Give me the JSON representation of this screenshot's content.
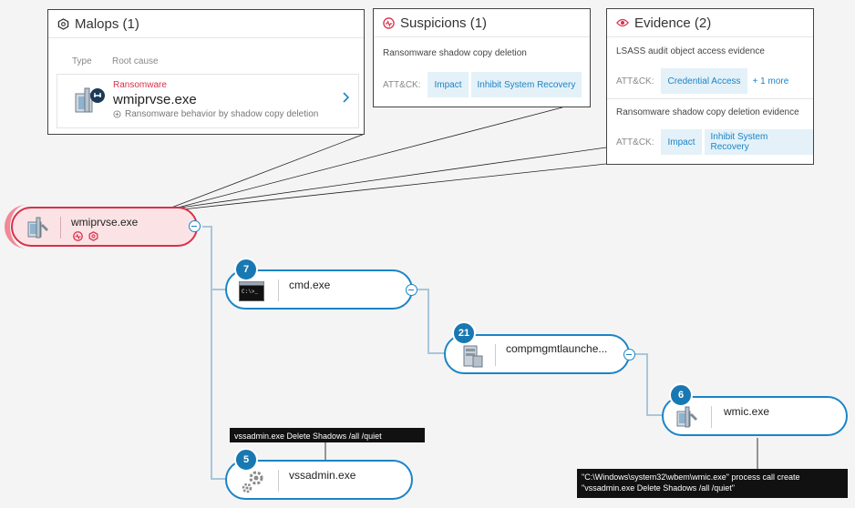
{
  "malops": {
    "title": "Malops (1)",
    "col_type": "Type",
    "col_root_cause": "Root cause",
    "item": {
      "category": "Ransomware",
      "process": "wmiprvse.exe",
      "description": "Ransomware behavior by shadow copy deletion"
    }
  },
  "suspicions": {
    "title": "Suspicions (1)",
    "item": {
      "name": "Ransomware shadow copy deletion",
      "attck_label": "ATT&CK:",
      "tags": [
        "Impact",
        "Inhibit System Recovery"
      ]
    }
  },
  "evidence": {
    "title": "Evidence (2)",
    "items": [
      {
        "name": "LSASS audit object access evidence",
        "attck_label": "ATT&CK:",
        "tags": [
          "Credential Access"
        ],
        "more": "+ 1 more"
      },
      {
        "name": "Ransomware shadow copy deletion evidence",
        "attck_label": "ATT&CK:",
        "tags": [
          "Impact",
          "Inhibit System Recovery"
        ]
      }
    ]
  },
  "tree": {
    "root": {
      "name": "wmiprvse.exe"
    },
    "nodes": [
      {
        "name": "cmd.exe",
        "count": "7"
      },
      {
        "name": "compmgmtlaunche...",
        "count": "21"
      },
      {
        "name": "wmic.exe",
        "count": "6"
      },
      {
        "name": "vssadmin.exe",
        "count": "5"
      }
    ]
  },
  "tooltips": {
    "vssadmin": "vssadmin.exe Delete Shadows /all /quiet",
    "wmic_line1": "\"C:\\Windows\\system32\\wbem\\wmic.exe\" process call create",
    "wmic_line2": "\"vssadmin.exe Delete Shadows /all /quiet\""
  },
  "colors": {
    "accent": "#1a84c7",
    "malop_red": "#d9304a",
    "badge_blue": "#1878b2"
  }
}
